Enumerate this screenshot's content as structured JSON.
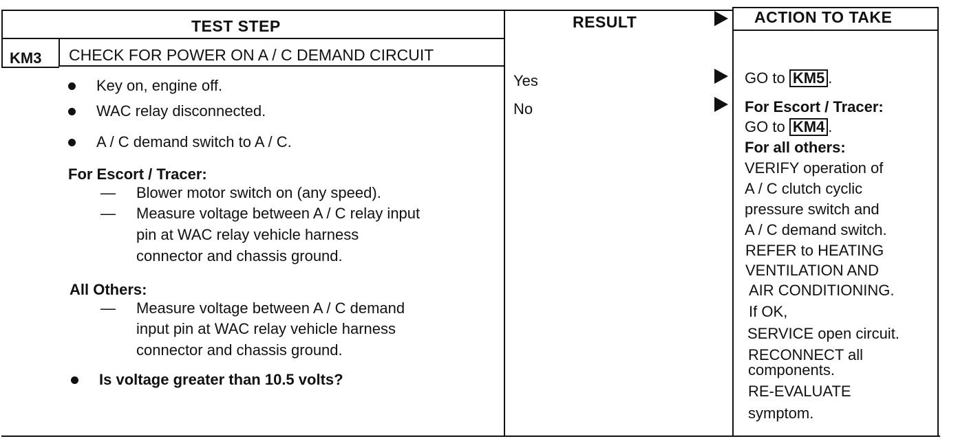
{
  "headers": {
    "test_step": "TEST STEP",
    "result": "RESULT",
    "action": "ACTION TO TAKE"
  },
  "step": {
    "id": "KM3",
    "title": "CHECK FOR POWER ON A / C DEMAND CIRCUIT",
    "bullets": [
      "Key on, engine off.",
      "WAC relay disconnected.",
      "A / C demand switch to A / C."
    ],
    "escort_heading": "For Escort / Tracer:",
    "escort_items": [
      "Blower motor switch on (any speed).",
      "Measure voltage between A / C relay input"
    ],
    "escort_cont": [
      "pin at WAC relay vehicle harness",
      "connector and chassis ground."
    ],
    "others_heading": "All Others:",
    "others_item": "Measure voltage between A / C demand",
    "others_cont": [
      "input pin at WAC relay vehicle harness",
      "connector and chassis ground."
    ],
    "question": "Is voltage greater than 10.5 volts?",
    "dash": "—"
  },
  "results": {
    "yes": "Yes",
    "no": "No"
  },
  "actions": {
    "yes_prefix": "GO to",
    "yes_ref": "KM5",
    "yes_suffix": ".",
    "no_escort": "For Escort / Tracer:",
    "no_go_prefix": "GO to",
    "no_go_ref": "KM4",
    "no_go_suffix": ".",
    "no_others": "For all others:",
    "lines": [
      "VERIFY operation of",
      "A / C clutch cyclic",
      "pressure switch and",
      "A / C demand switch.",
      "REFER to  HEATING",
      "VENTILATION AND",
      "AIR  CONDITIONING.",
      "If OK,",
      "SERVICE open circuit.",
      "RECONNECT all",
      "components.",
      "RE-EVALUATE",
      "symptom."
    ]
  }
}
